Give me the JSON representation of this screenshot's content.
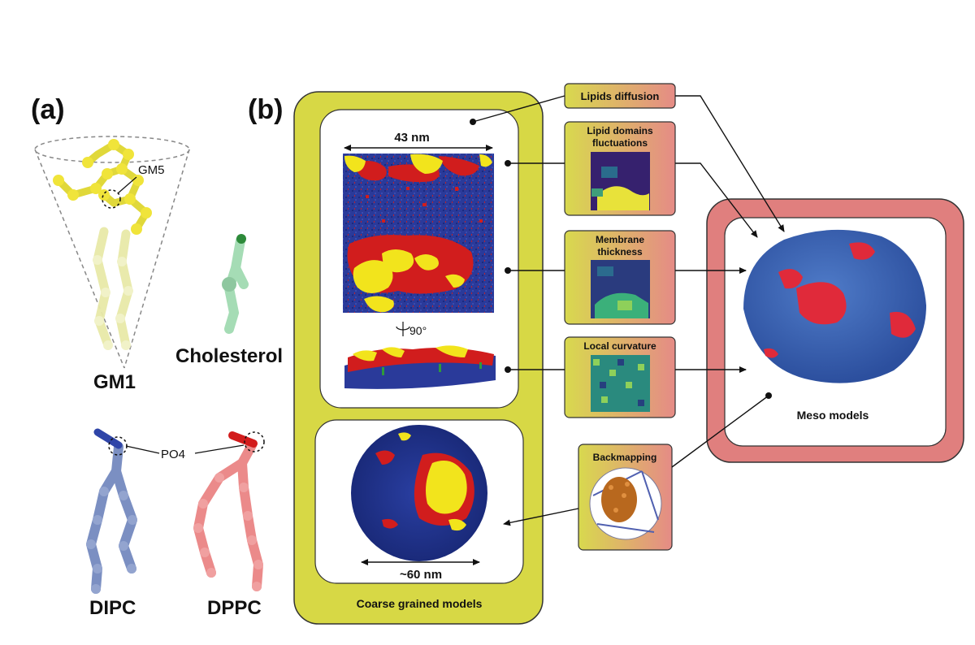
{
  "panel_a": {
    "label": "(a)",
    "gm1": {
      "name": "GM1",
      "callout": "GM5"
    },
    "cholesterol": {
      "name": "Cholesterol"
    },
    "dipc": {
      "name": "DIPC"
    },
    "dppc": {
      "name": "DPPC"
    },
    "po4_callout": "PO4"
  },
  "panel_b": {
    "label": "(b)",
    "coarse": {
      "title": "Coarse grained models",
      "flat_width": "43 nm",
      "rotation": "90°",
      "sphere_width": "~60 nm"
    },
    "properties": {
      "lipids_diffusion": "Lipids diffusion",
      "lipid_domains_line1": "Lipid domains",
      "lipid_domains_line2": "fluctuations",
      "membrane_thickness_line1": "Membrane",
      "membrane_thickness_line2": "thickness",
      "local_curvature": "Local curvature",
      "backmapping": "Backmapping"
    },
    "meso": {
      "title": "Meso models"
    }
  },
  "colors": {
    "coarse_panel": "#d7d845",
    "meso_panel": "#e07f7e",
    "membrane_blue": "#253896",
    "lipid_red": "#d11d1d",
    "lipid_yellow": "#f2e41c",
    "gm1_yellow": "#e9e04a",
    "cholesterol_green": "#9ed8ad",
    "dipc_blue": "#6d82b8",
    "dppc_red": "#e78080",
    "meso_blue": "#3b63b4",
    "box_gradient_left": "#d8d94e",
    "box_gradient_right": "#e58b86"
  },
  "icons": [
    "rotation-arrow-icon"
  ]
}
